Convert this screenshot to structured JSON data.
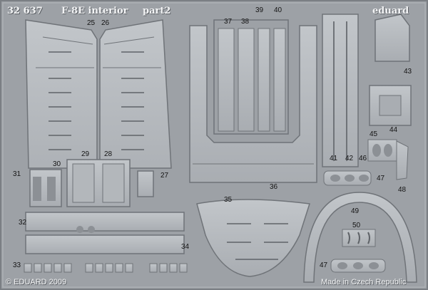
{
  "header": {
    "code": "32 637",
    "title": "F-8E interior",
    "part": "part2",
    "brand": "eduard"
  },
  "footer": {
    "copyright": "© EDUARD 2009",
    "origin": "Made in Czech Republic"
  },
  "part_numbers": [
    "25",
    "26",
    "27",
    "28",
    "29",
    "30",
    "31",
    "32",
    "33",
    "34",
    "35",
    "36",
    "37",
    "38",
    "39",
    "40",
    "41",
    "42",
    "43",
    "44",
    "45",
    "46",
    "47",
    "47",
    "48",
    "49",
    "50"
  ],
  "colors": {
    "fret": "#9da1a6",
    "part_light": "#b8bcc0",
    "part_shadow": "#6f7378",
    "label": "#141414"
  }
}
